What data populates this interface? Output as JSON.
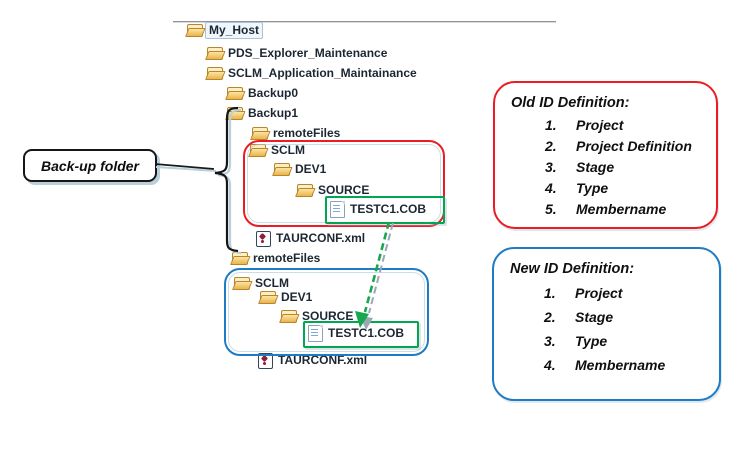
{
  "callout": {
    "label": "Back-up folder"
  },
  "tree": {
    "items": [
      {
        "label": "My_Host",
        "icon": "open-folder"
      },
      {
        "label": "PDS_Explorer_Maintenance",
        "icon": "open-folder"
      },
      {
        "label": "SCLM_Application_Maintainance",
        "icon": "open-folder"
      },
      {
        "label": "Backup0",
        "icon": "open-folder"
      },
      {
        "label": "Backup1",
        "icon": "open-folder"
      },
      {
        "label": "remoteFiles",
        "icon": "open-folder"
      },
      {
        "label": "SCLM",
        "icon": "open-folder"
      },
      {
        "label": "DEV1",
        "icon": "open-folder"
      },
      {
        "label": "SOURCE",
        "icon": "open-folder"
      },
      {
        "label": "TESTC1.COB",
        "icon": "document-file"
      },
      {
        "label": "TAURCONF.xml",
        "icon": "xml-file"
      },
      {
        "label": "remoteFiles",
        "icon": "open-folder"
      },
      {
        "label": "SCLM",
        "icon": "open-folder"
      },
      {
        "label": "DEV1",
        "icon": "open-folder"
      },
      {
        "label": "SOURCE",
        "icon": "open-folder"
      },
      {
        "label": "TESTC1.COB",
        "icon": "document-file"
      },
      {
        "label": "TAURCONF.xml",
        "icon": "xml-file"
      }
    ]
  },
  "old_id_box": {
    "title": "Old ID Definition:",
    "items": [
      {
        "n": "1.",
        "label": "Project"
      },
      {
        "n": "2.",
        "label": "Project Definition"
      },
      {
        "n": "3.",
        "label": "Stage"
      },
      {
        "n": "4.",
        "label": "Type"
      },
      {
        "n": "5.",
        "label": "Membername"
      }
    ]
  },
  "new_id_box": {
    "title": "New ID Definition:",
    "items": [
      {
        "n": "1.",
        "label": "Project"
      },
      {
        "n": "2.",
        "label": "Stage"
      },
      {
        "n": "3.",
        "label": "Type"
      },
      {
        "n": "4.",
        "label": "Membername"
      }
    ]
  },
  "colors": {
    "old_highlight": "#ec1c24",
    "new_highlight": "#1f7bc4",
    "member_highlight": "#00a651",
    "arrow_green": "#17a74e"
  }
}
